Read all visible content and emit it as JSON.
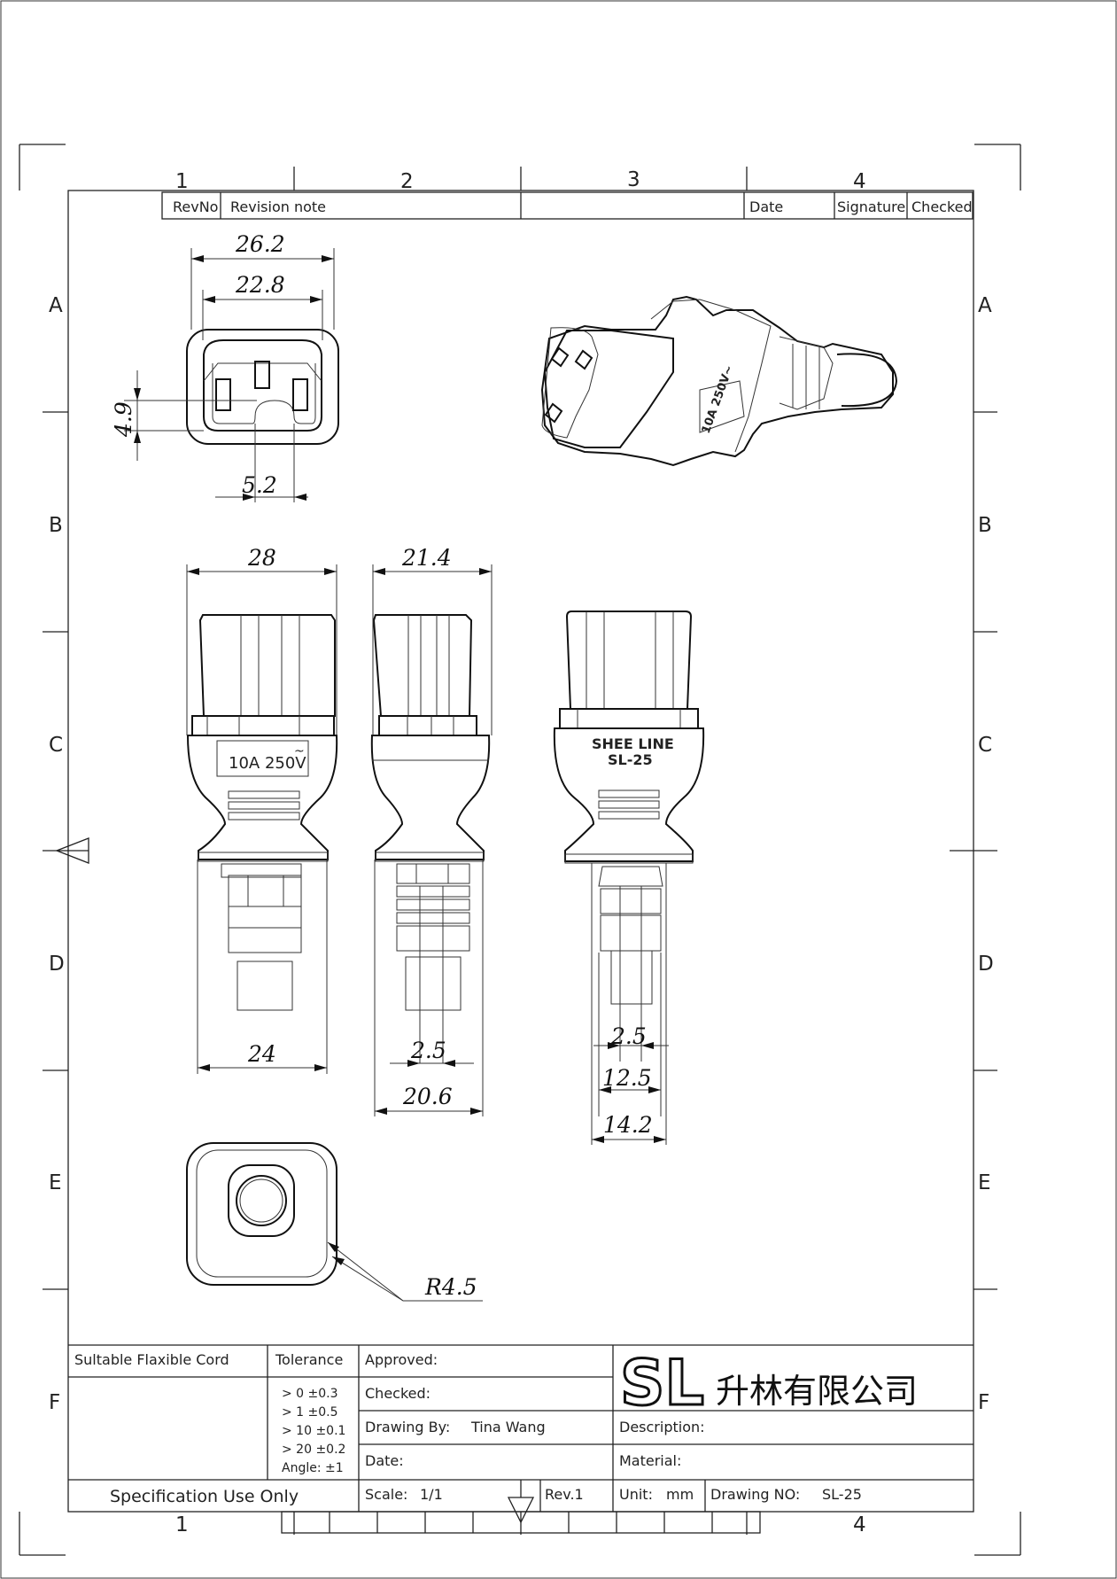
{
  "zone_columns": [
    "1",
    "2",
    "3",
    "4"
  ],
  "zone_rows": [
    "A",
    "B",
    "C",
    "D",
    "E",
    "F"
  ],
  "revision_header": {
    "revno": "RevNo",
    "revision_note": "Revision note",
    "date": "Date",
    "signature": "Signature",
    "checked": "Checked"
  },
  "dimensions": {
    "front_width_outer": "26.2",
    "front_width_inner": "22.8",
    "front_height_slot": "4.9",
    "front_notch": "5.2",
    "side_width_body": "28",
    "side2_width_body": "21.4",
    "side_width_base": "24",
    "side2_gap": "2.5",
    "side2_width_base": "20.6",
    "back_gap": "2.5",
    "back_width_mid": "12.5",
    "back_width_base": "14.2",
    "radius": "R4.5"
  },
  "labels": {
    "rating": "10A 250V",
    "brand_line1": "SHEE LINE",
    "brand_line2": "SL-25",
    "iso_rating": "10A 250V~"
  },
  "title_block": {
    "suitable_cord": "Sultable Flaxible Cord",
    "tolerance_label": "Tolerance",
    "tolerances": [
      "> 0  ±0.3",
      "> 1  ±0.5",
      "> 10  ±0.1",
      "> 20  ±0.2",
      "Angle: ±1"
    ],
    "approved": "Approved:",
    "checked": "Checked:",
    "drawing_by_label": "Drawing By:",
    "drawing_by_value": "Tina Wang",
    "date": "Date:",
    "spec_use": "Specification Use Only",
    "scale_label": "Scale:",
    "scale_value": "1/1",
    "rev": "Rev.1",
    "unit_label": "Unit:",
    "unit_value": "mm",
    "drawing_no_label": "Drawing NO:",
    "drawing_no_value": "SL-25",
    "description": "Description:",
    "material": "Material:",
    "logo_text": "SL",
    "company_name": "升林有限公司"
  }
}
